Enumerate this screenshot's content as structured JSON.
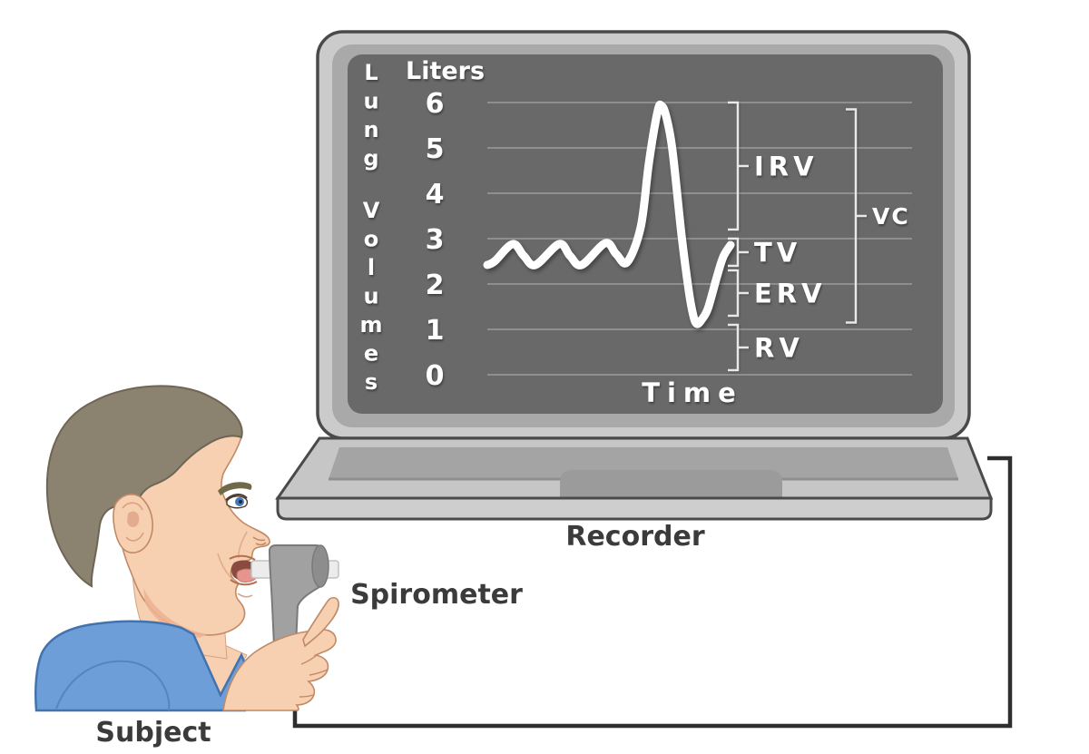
{
  "labels": {
    "recorder": "Recorder",
    "spirometer": "Spirometer",
    "subject": "Subject"
  },
  "chart_data": {
    "type": "line",
    "title": "",
    "xlabel": "Time",
    "ylabel": "Liters",
    "axis_side_label": "Lung Volumes",
    "yticks": [
      6,
      5,
      4,
      3,
      2,
      1,
      0
    ],
    "ylim": [
      0,
      6
    ],
    "grid": true,
    "legend": "none",
    "series": [
      {
        "name": "spirogram-trace",
        "color": "#ffffff",
        "points": [
          {
            "t": 0.0,
            "v": 2.42
          },
          {
            "t": 0.03,
            "v": 2.5
          },
          {
            "t": 0.104,
            "v": 2.88
          },
          {
            "t": 0.15,
            "v": 2.62
          },
          {
            "t": 0.198,
            "v": 2.42
          },
          {
            "t": 0.295,
            "v": 2.88
          },
          {
            "t": 0.34,
            "v": 2.62
          },
          {
            "t": 0.388,
            "v": 2.42
          },
          {
            "t": 0.485,
            "v": 2.9
          },
          {
            "t": 0.53,
            "v": 2.66
          },
          {
            "t": 0.575,
            "v": 2.48
          },
          {
            "t": 0.631,
            "v": 3.26
          },
          {
            "t": 0.664,
            "v": 4.66
          },
          {
            "t": 0.7,
            "v": 5.8
          },
          {
            "t": 0.716,
            "v": 5.93
          },
          {
            "t": 0.735,
            "v": 5.7
          },
          {
            "t": 0.761,
            "v": 4.96
          },
          {
            "t": 0.799,
            "v": 3.06
          },
          {
            "t": 0.828,
            "v": 1.86
          },
          {
            "t": 0.847,
            "v": 1.3
          },
          {
            "t": 0.862,
            "v": 1.12
          },
          {
            "t": 0.882,
            "v": 1.22
          },
          {
            "t": 0.907,
            "v": 1.46
          },
          {
            "t": 0.944,
            "v": 2.16
          },
          {
            "t": 0.97,
            "v": 2.6
          },
          {
            "t": 1.0,
            "v": 2.86
          }
        ]
      }
    ],
    "volume_brackets": [
      {
        "label": "IRV",
        "name": "inspiratory-reserve-volume",
        "top_liters": 6.0,
        "bottom_liters": 3.2,
        "column": "inner"
      },
      {
        "label": "TV",
        "name": "tidal-volume",
        "top_liters": 3.0,
        "bottom_liters": 2.4,
        "column": "inner"
      },
      {
        "label": "ERV",
        "name": "expiratory-reserve-volume",
        "top_liters": 2.3,
        "bottom_liters": 1.3,
        "column": "inner"
      },
      {
        "label": "RV",
        "name": "residual-volume",
        "top_liters": 1.1,
        "bottom_liters": 0.1,
        "column": "inner"
      },
      {
        "label": "VC",
        "name": "vital-capacity",
        "top_liters": 5.85,
        "bottom_liters": 1.15,
        "column": "outer"
      }
    ]
  },
  "colors": {
    "screen_bg": "#696969",
    "gridline": "#9c9c9c",
    "trace": "#ffffff",
    "bracket": "#e8e8e8",
    "screen_text": "#ffffff",
    "laptop_outer": "#cbcbcb",
    "laptop_bezel": "#a9a9a9",
    "laptop_deck": "#c6c6c6",
    "keyboard": "#a4a4a4",
    "touchpad": "#9b9b9b",
    "outline": "#4a4a4a",
    "wire": "#2e2e2e",
    "label_text": "#3b3b3b",
    "skin": "#f7cfb1",
    "skin_shadow": "#ecb193",
    "hair": "#8b8270",
    "shirt": "#6e9ed8",
    "device_gray": "#a1a1a1",
    "tube_gray": "#ececec"
  }
}
